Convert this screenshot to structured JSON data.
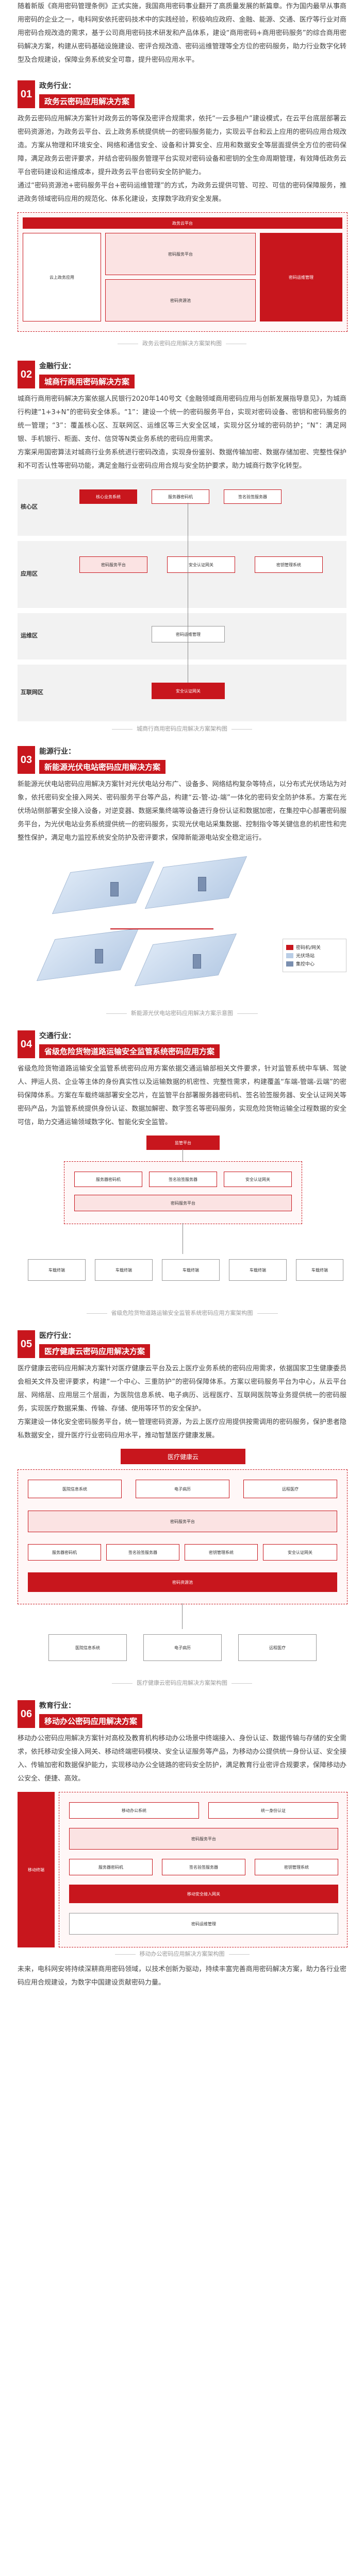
{
  "intro": "随着新版《商用密码管理条例》正式实施，我国商用密码事业翻开了高质量发展的新篇章。作为国内最早从事商用密码的企业之一，电科网安依托密码技术中的实践经验，积极响应政府、金融、能源、交通、医疗等行业对商用密码合规改造的需求，基于公司商用密码技术研发和产品体系，建设“商用密码+商用密码服务”的综合商用密码解决方案，构建从密码基础设施建设、密评合规改造、密码运维管理等全方位的密码服务，助力行业数字化转型及合规建设，保障业务系统安全可靠，提升密码应用水平。",
  "sections": [
    {
      "num": "01",
      "kicker": "政务行业：",
      "title": "政务云密码应用解决方案",
      "paras": [
        "政务云密码应用解决方案针对政务云的等保及密评合规需求，依托“一云多租户”建设模式，在云平台底层部署云密码资源池，为政务云平台、云上政务系统提供统一的密码服务能力，实现云平台和云上应用的密码应用合规改造。方案从物理和环境安全、网络和通信安全、设备和计算安全、应用和数据安全等层面提供全方位的密码保障，满足政务云密评要求，并结合密码服务管理平台实现对密码设备和密钥的全生命周期管理，有效降低政务云平台密码建设和运维成本，提升政务云平台密码安全防护能力。",
        "通过“密码资源池+密码服务平台+密码运维管理”的方式，为政务云提供可管、可控、可信的密码保障服务，推进政务领域密码应用的规范化、体系化建设，支撑数字政府安全发展。"
      ],
      "caption": "政务云密码应用解决方案架构图"
    },
    {
      "num": "02",
      "kicker": "金融行业：",
      "title": "城商行商用密码解决方案",
      "paras": [
        "城商行商用密码解决方案依据人民银行2020年140号文《金融领域商用密码应用与创新发展指导意见》，为城商行构建“1+3+N”的密码安全体系。“1”：建设一个统一的密码服务平台，实现对密码设备、密钥和密码服务的统一管理；“3”：覆盖核心区、互联网区、运维区等三大安全区域，实现分区分域的密码防护；“N”：满足网银、手机银行、柜面、支付、信贷等N类业务系统的密码应用需求。",
        "方案采用国密算法对城商行业务系统进行密码改造，实现身份鉴别、数据传输加密、数据存储加密、完整性保护和不可否认性等密码功能，满足金融行业密码应用合规与安全防护要求，助力城商行数字化转型。"
      ],
      "caption": "城商行商用密码应用解决方案架构图",
      "zones": [
        "核心区",
        "应用区",
        "运维区",
        "互联网区"
      ]
    },
    {
      "num": "03",
      "kicker": "能源行业：",
      "title": "新能源光伏电站密码应用解决方案",
      "paras": [
        "新能源光伏电站密码应用解决方案针对光伏电站分布广、设备多、网络结构复杂等特点，以分布式光伏场站为对象，依托密码安全接入网关、密码服务平台等产品，构建“云-管-边-端”一体化的密码安全防护体系。方案在光伏场站侧部署安全接入设备，对逆变器、数据采集终端等设备进行身份认证和数据加密，在集控中心部署密码服务平台，为光伏电站业务系统提供统一的密码服务，实现光伏电站采集数据、控制指令等关键信息的机密性和完整性保护，满足电力监控系统安全防护及密评要求，保障新能源电站安全稳定运行。"
      ],
      "caption": "新能源光伏电站密码应用解决方案示意图",
      "legend": [
        "密码机/网关",
        "光伏场站",
        "集控中心"
      ]
    },
    {
      "num": "04",
      "kicker": "交通行业：",
      "title": "省级危险货物道路运输安全监管系统密码应用方案",
      "paras": [
        "省级危险货物道路运输安全监管系统密码应用方案依据交通运输部相关文件要求，针对监管系统中车辆、驾驶人、押运人员、企业等主体的身份真实性以及运输数据的机密性、完整性需求，构建覆盖“车端-管端-云端”的密码保障体系。方案在车载终端部署安全芯片，在监管平台部署服务器密码机、签名验签服务器、安全认证网关等密码产品，为监管系统提供身份认证、数据加解密、数字签名等密码服务，实现危险货物运输全过程数据的安全可信，助力交通运输领域数字化、智能化安全监管。"
      ],
      "caption": "省级危险货物道路运输安全监管系统密码应用方案架构图"
    },
    {
      "num": "05",
      "kicker": "医疗行业：",
      "title": "医疗健康云密码应用解决方案",
      "paras": [
        "医疗健康云密码应用解决方案针对医疗健康云平台及云上医疗业务系统的密码应用需求，依据国家卫生健康委员会相关文件及密评要求，构建“一个中心、三重防护”的密码保障体系。方案以密码服务平台为中心，从云平台层、网络层、应用层三个层面，为医院信息系统、电子病历、远程医疗、互联网医院等业务提供统一的密码服务，实现医疗数据采集、传输、存储、使用等环节的安全保护。",
        "方案建设一体化安全密码服务平台，统一管理密码资源，为云上医疗应用提供按需调用的密码服务，保护患者隐私数据安全，提升医疗行业密码应用水平，推动智慧医疗健康发展。"
      ],
      "caption": "医疗健康云密码应用解决方案架构图",
      "diagram_title": "医疗健康云"
    },
    {
      "num": "06",
      "kicker": "教育行业：",
      "title": "移动办公密码应用解决方案",
      "paras": [
        "移动办公密码应用解决方案针对高校及教育机构移动办公场景中终端接入、身份认证、数据传输与存储的安全需求，依托移动安全接入网关、移动终端密码模块、安全认证服务等产品，为移动办公提供统一身份认证、安全接入、传输加密和数据保护能力，实现移动办公全链路的密码安全防护，满足教育行业密评合规要求，保障移动办公安全、便捷、高效。"
      ],
      "caption": "移动办公密码应用解决方案架构图"
    }
  ],
  "closing": "未来，电科网安将持续深耕商用密码领域，以技术创新为驱动，持续丰富完善商用密码解决方案，助力各行业密码应用合规建设，为数字中国建设贡献密码力量。",
  "labels": {
    "cloud_platform": "政务云平台",
    "crypto_pool": "密码资源池",
    "service_platform": "密码服务平台",
    "mgmt": "密码运维管理",
    "apps": "云上政务应用",
    "core": "核心业务系统",
    "gateway": "安全认证网关",
    "hsm": "服务器密码机",
    "sign": "签名验签服务器",
    "kms": "密钥管理系统",
    "terminal": "车载终端",
    "supervise": "监管平台",
    "hospital": "医院信息系统",
    "emr": "电子病历",
    "remote": "远程医疗",
    "mobile": "移动终端",
    "vpn": "移动安全接入网关",
    "auth": "统一身份认证",
    "oa": "移动办公系统"
  },
  "colors": {
    "accent": "#c8161d",
    "pink": "#fbe3e3"
  }
}
